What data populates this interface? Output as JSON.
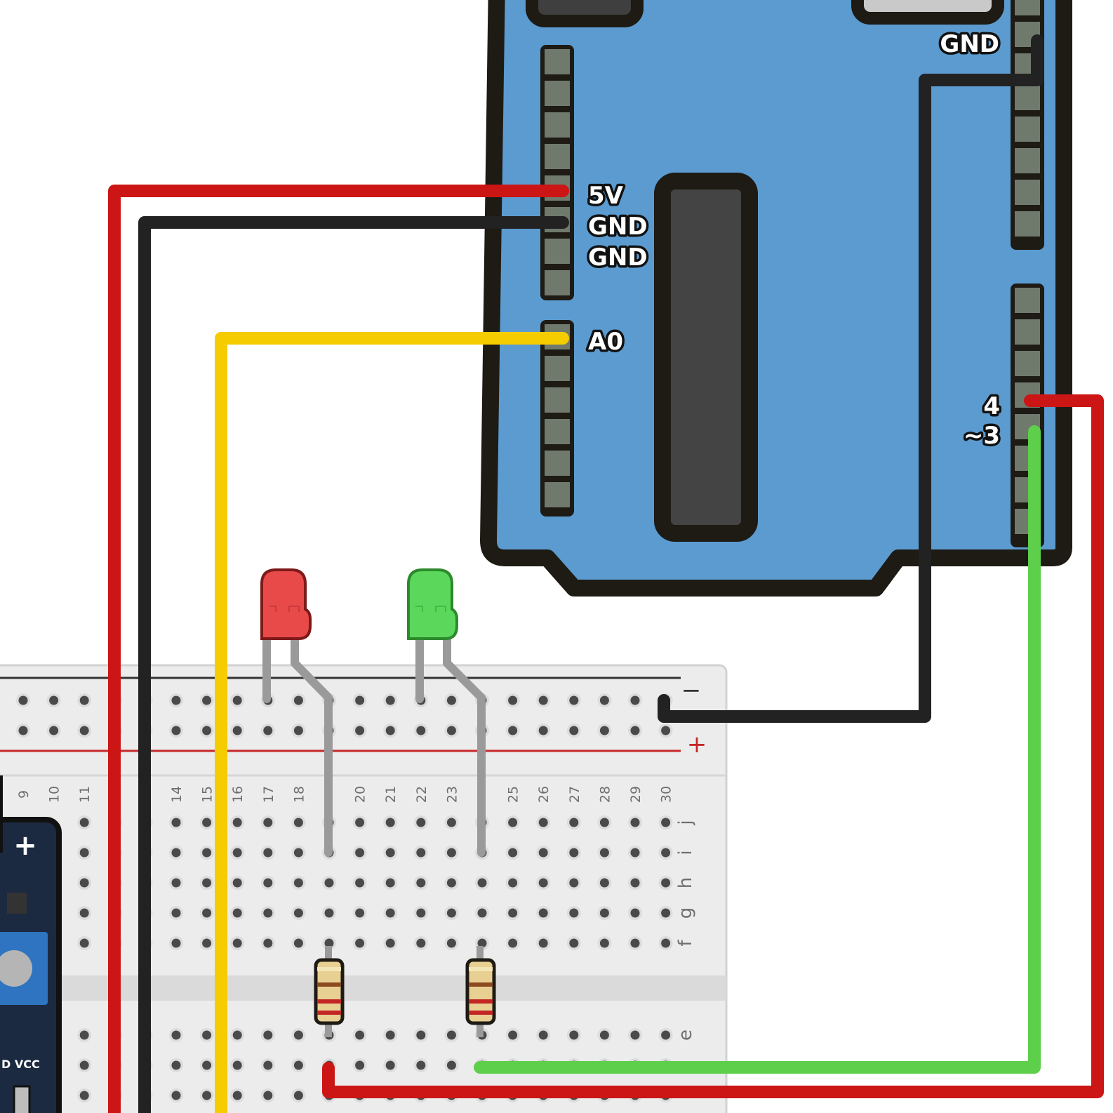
{
  "arduino": {
    "pin_labels": {
      "gnd_top": "GND",
      "v5": "5V",
      "gnd1": "GND",
      "gnd2": "GND",
      "a0": "A0",
      "d4": "4",
      "d3": "~3"
    }
  },
  "breadboard": {
    "rail_minus": "−",
    "rail_plus": "+",
    "visible_columns": [
      "9",
      "10",
      "11",
      "",
      "",
      "14",
      "15",
      "16",
      "17",
      "18",
      "",
      "20",
      "21",
      "22",
      "23",
      "",
      "25",
      "26",
      "27",
      "28",
      "29",
      "30"
    ],
    "rows_top": [
      "j",
      "i",
      "h",
      "g",
      "f"
    ],
    "rows_bottom": [
      "e"
    ]
  },
  "sensor_module": {
    "plus_label": "+",
    "vcc_label": "D VCC"
  },
  "leds": [
    {
      "name": "red-led",
      "color": "#e84a4a"
    },
    {
      "name": "green-led",
      "color": "#5bd85b"
    }
  ],
  "colors": {
    "arduino_board": "#5b9bd0",
    "wire_red": "#cc1515",
    "wire_black": "#222222",
    "wire_yellow": "#f5cc00",
    "wire_green": "#5dcf4b",
    "header_pin": "#6f7a6d"
  }
}
